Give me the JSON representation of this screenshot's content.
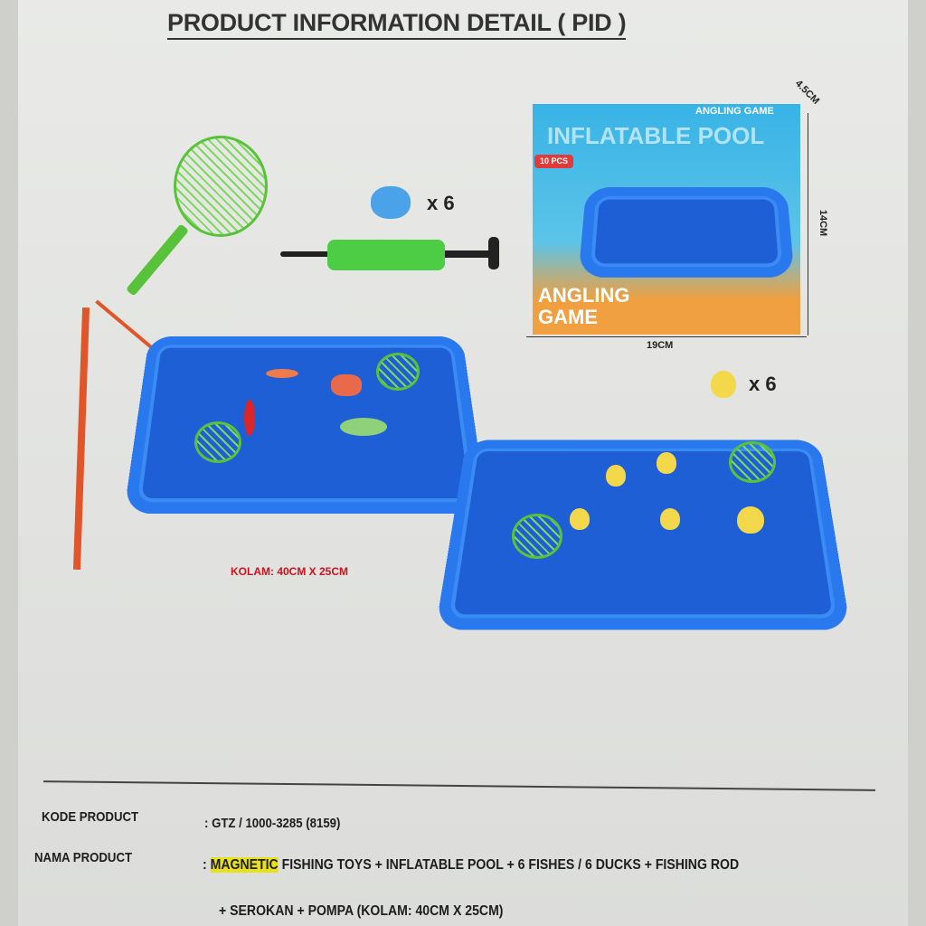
{
  "title": "PRODUCT INFORMATION DETAIL ( PID )",
  "box": {
    "headline_top": "INFLATABLE POOL",
    "brand_small": "ANGLING GAME",
    "badge": "10 PCS",
    "headline_bottom": "ANGLING GAME",
    "dim_width": "19CM",
    "dim_height": "14CM",
    "dim_depth": "4.5CM"
  },
  "fish_count": "x 6",
  "duck_count": "x 6",
  "pool_size": "KOLAM: 40CM X 25CM",
  "colors": {
    "pool": "#1e5fd6",
    "net": "#58c23a",
    "rod": "#e0562a",
    "highlight": "#e9e01c",
    "pool_label": "#c8141e"
  },
  "info": {
    "code_label": "KODE PRODUCT",
    "code_value": ": GTZ / 1000-3285 (8159)",
    "name_label": "NAMA PRODUCT",
    "name_prefix": ": ",
    "name_highlight": "MAGNETIC",
    "name_rest": " FISHING TOYS + INFLATABLE POOL + 6 FISHES / 6 DUCKS + FISHING ROD",
    "name_line2": "+ SEROKAN + POMPA (KOLAM: 40CM X 25CM)"
  }
}
